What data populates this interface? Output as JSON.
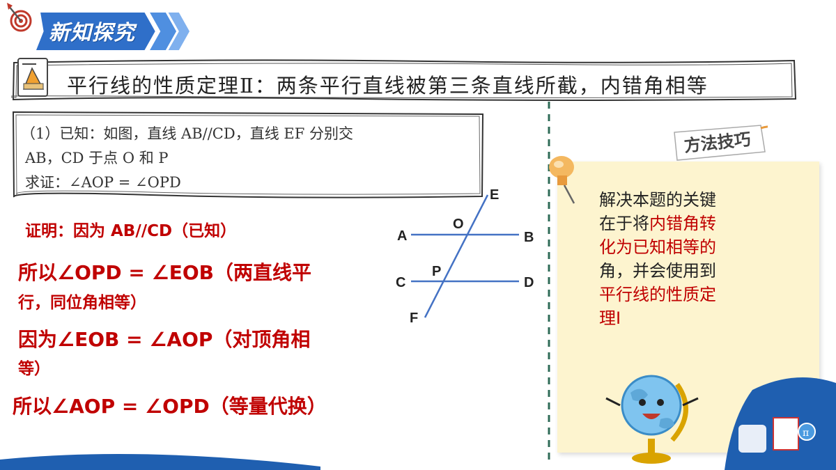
{
  "header": {
    "title": "新知探究"
  },
  "theorem": {
    "text": "平行线的性质定理Ⅱ：两条平行直线被第三条直线所截，内错角相等"
  },
  "known": {
    "line1": "（1）已知：如图，直线 AB//CD，直线 EF 分别交",
    "line2": "AB，CD 于点 O 和 P",
    "line3": "求证：∠AOP = ∠OPD"
  },
  "proof": {
    "line1": "证明：因为 AB//CD（已知）",
    "line2a": "所以∠OPD = ∠EOB（两直线平",
    "line2b": "行，同位角相等）",
    "line3a": "因为∠EOB = ∠AOP（对顶角相",
    "line3b": "等）",
    "line4": "所以∠AOP = ∠OPD（等量代换）"
  },
  "diagram": {
    "labels": {
      "A": "A",
      "B": "B",
      "C": "C",
      "D": "D",
      "E": "E",
      "F": "F",
      "O": "O",
      "P": "P"
    },
    "line_color": "#4472c4"
  },
  "tips": {
    "title": "方法技巧",
    "l1": "解决本题的关键",
    "l2a": "在于将",
    "l2b": "内错角转",
    "l3": "化为已知相等的",
    "l4": "角，并会使用到",
    "l5": "平行线的性质定",
    "l6": "理Ⅰ"
  },
  "colors": {
    "accent_red": "#c00000",
    "banner_blue": "#2f6fc9",
    "divider_green": "#2e6b57",
    "card_yellow": "#fdf4cf"
  },
  "icons": [
    "dart-target-icon",
    "document-triangle-icon",
    "pushpin-icon",
    "globe-mascot-icon"
  ]
}
